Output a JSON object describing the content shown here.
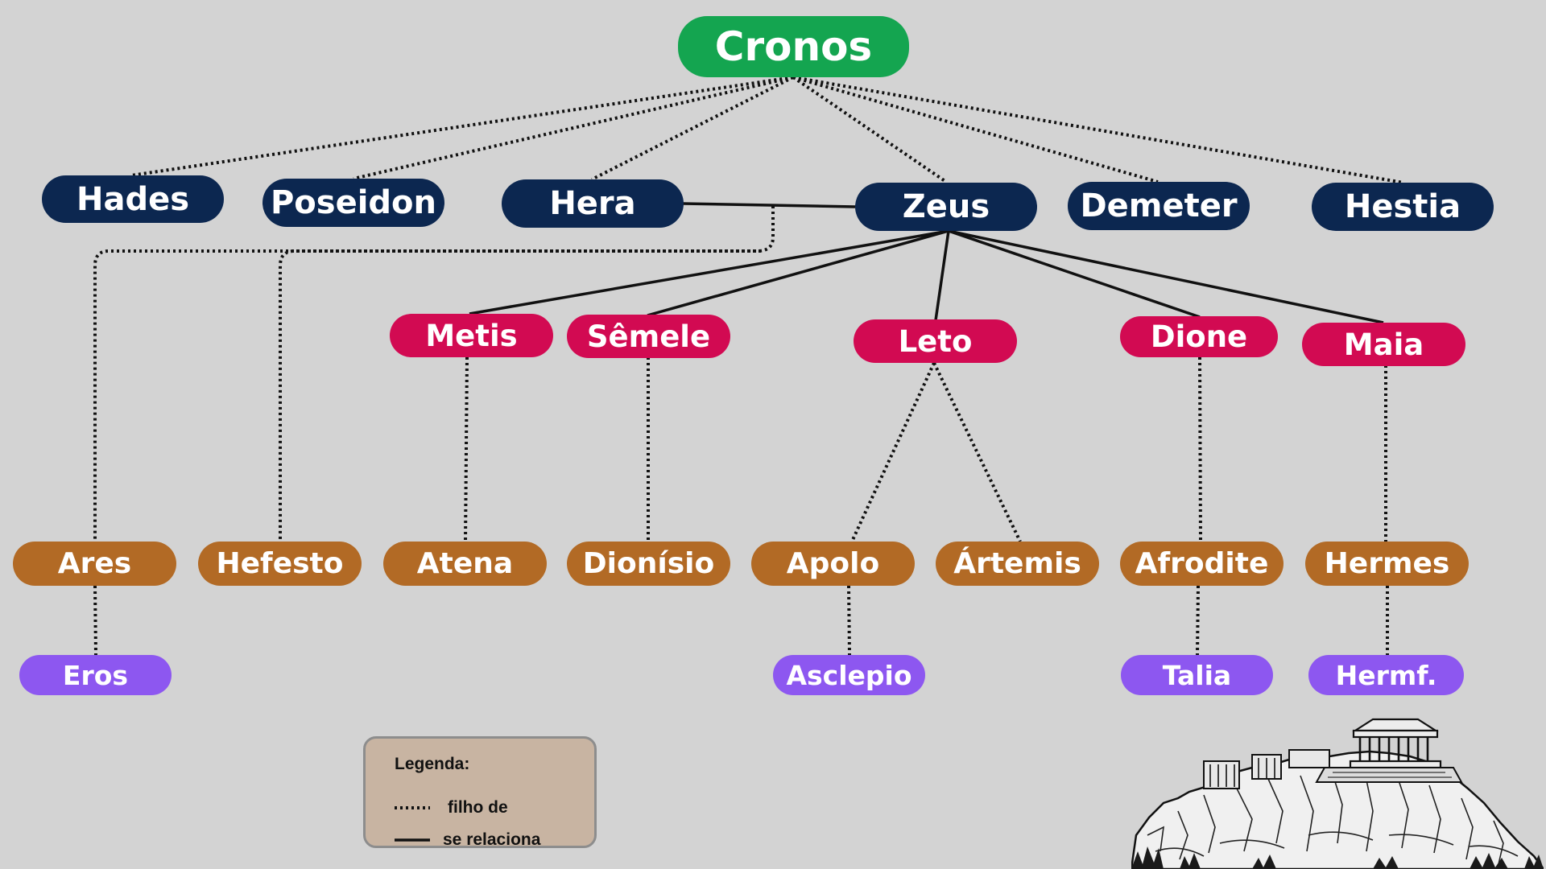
{
  "root": {
    "label": "Cronos",
    "color": "#14a550"
  },
  "siblings": [
    "Hades",
    "Poseidon",
    "Hera",
    "Zeus",
    "Demeter",
    "Hestia"
  ],
  "lovers": [
    "Metis",
    "Sêmele",
    "Leto",
    "Dione",
    "Maia"
  ],
  "children": [
    "Ares",
    "Hefesto",
    "Atena",
    "Dionísio",
    "Apolo",
    "Ártemis",
    "Afrodite",
    "Hermes"
  ],
  "grandchildren": [
    "Eros",
    "Asclepio",
    "Talia",
    "Hermf."
  ],
  "legend": {
    "title": "Legenda:",
    "dotted_label": "filho de",
    "solid_label": "se relaciona"
  },
  "colors": {
    "background": "#d3d3d3",
    "siblings": "#0c2750",
    "lovers": "#d20a52",
    "children": "#b26a25",
    "grandchildren": "#8d57f0",
    "legend_box": "#c8b4a2"
  },
  "decoration": "acropolis-illustration"
}
